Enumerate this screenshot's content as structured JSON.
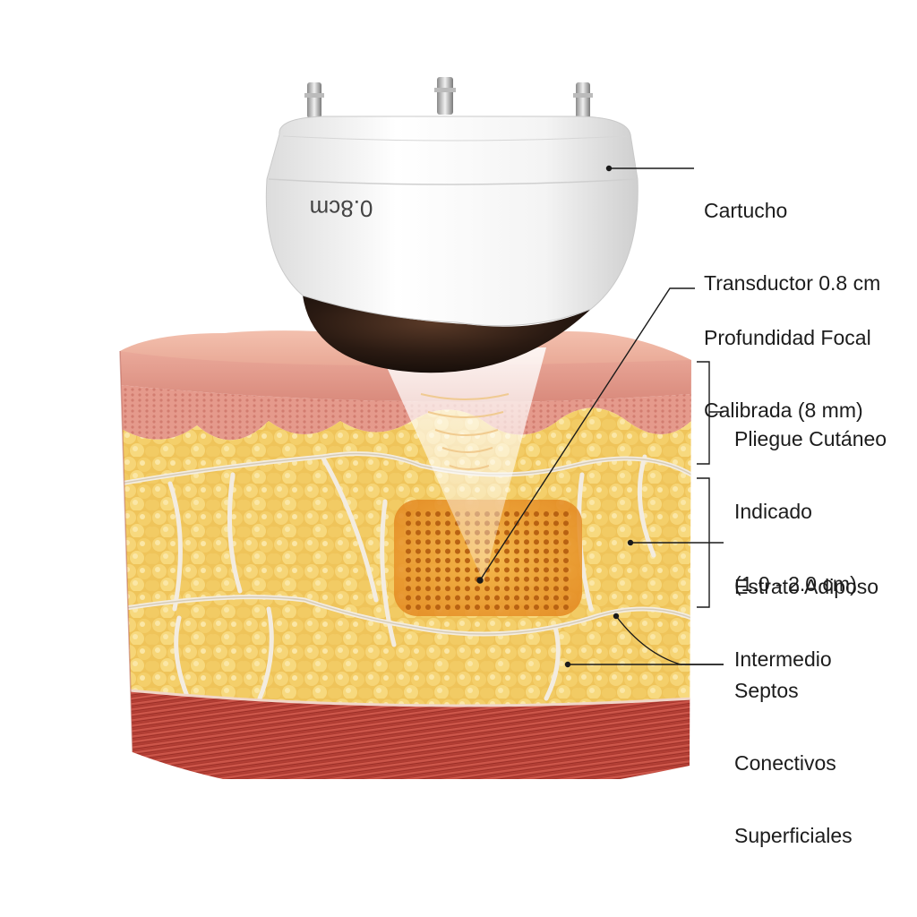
{
  "device": {
    "engraving": "0.8cm"
  },
  "labels": {
    "cartridge": {
      "line1": "Cartucho",
      "line2": "Transductor 0.8 cm"
    },
    "focal_depth": {
      "line1": "Profundidad Focal",
      "line2": "Calibrada (8 mm)"
    },
    "skin_fold": {
      "line1": "Pliegue Cutáneo",
      "line2": "Indicado",
      "line3": "(1.0 - 2.0 cm)"
    },
    "adipose_layer": {
      "line1": "Estrato Adiposo",
      "line2": "Intermedio"
    },
    "septa": {
      "line1": "Septos",
      "line2": "Conectivos",
      "line3": "Superficiales"
    }
  },
  "colors": {
    "device_shell": "#f2f2f2",
    "device_lens": "#2a1a12",
    "epidermis": "#e8a89a",
    "dermis": "#d9877e",
    "fat": "#f1c95a",
    "septa": "#f3ece0",
    "muscle": "#c4483f",
    "focal_zone": "#e89a2a",
    "leader_line": "#1a1a1a"
  }
}
